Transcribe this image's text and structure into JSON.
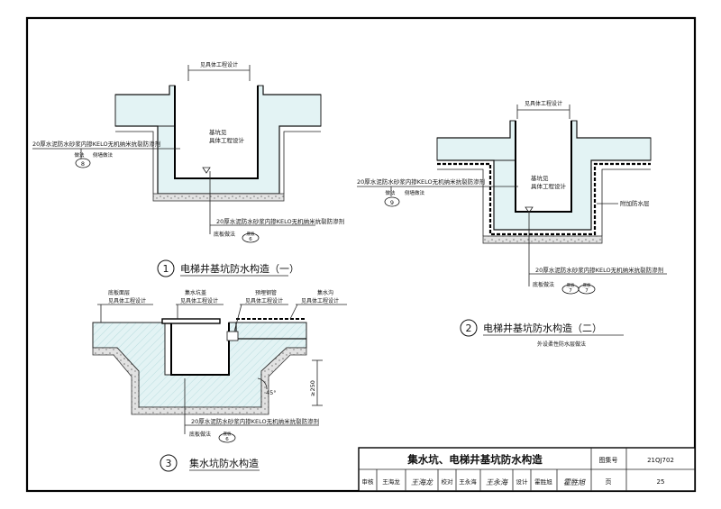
{
  "sheet": {
    "title": "集水坑、电梯井基坑防水构造",
    "atlas_label": "图集号",
    "atlas_no": "21QJ702",
    "page_label": "页",
    "page_no": "25",
    "review_label": "审核",
    "review_name": "王海龙",
    "review_sig": "王海龙",
    "check_label": "校对",
    "check_name": "王永海",
    "check_sig": "王永海",
    "design_label": "设计",
    "design_name": "霍胜旭",
    "design_sig": "霍胜旭"
  },
  "detail1": {
    "num": "1",
    "title": "电梯井基坑防水构造（一）",
    "dim_label": "见具体工程设计",
    "pit_note_1": "基坑见",
    "pit_note_2": "具体工程设计",
    "wall_note": "20厚水泥防水砂浆内掺KELO无机纳米抗裂防渗剂",
    "wall_ref_label": "侧墙做法",
    "wall_ref_top": "做法",
    "wall_ref_bot": "8",
    "floor_note": "20厚水泥防水砂浆内掺KELO无机纳米抗裂防渗剂",
    "floor_ref_label": "底板做法",
    "floor_ref_top": "底板",
    "floor_ref_bot": "6"
  },
  "detail2": {
    "num": "2",
    "title": "电梯井基坑防水构造（二）",
    "subtitle": "外设柔性防水层做法",
    "dim_label": "见具体工程设计",
    "pit_note_1": "基坑见",
    "pit_note_2": "具体工程设计",
    "wall_note": "20厚水泥防水砂浆内掺KELO无机纳米抗裂防渗剂",
    "wall_ref_label": "侧墙做法",
    "wall_ref_top": "做法",
    "wall_ref_bot": "9",
    "extra_layer": "附加防水层",
    "floor_note": "20厚水泥防水砂浆内掺KELO无机纳米抗裂防渗剂",
    "floor_ref_label": "底板做法",
    "floor_ref_top_a": "底板",
    "floor_ref_bot_a": "7",
    "floor_ref_top_b": "底板",
    "floor_ref_bot_b": "7"
  },
  "detail3": {
    "num": "3",
    "title": "集水坑防水构造",
    "label_a1": "底板面层",
    "label_a2": "见具体工程设计",
    "label_b1": "集水坑盖",
    "label_b2": "见具体工程设计",
    "label_c1": "预埋钢管",
    "label_c2": "见具体工程设计",
    "label_d1": "集水沟",
    "label_d2": "见具体工程设计",
    "dim_depth": "≥250",
    "angle": "45°",
    "floor_note": "20厚水泥防水砂浆内掺KELO无机纳米抗裂防渗剂",
    "floor_ref_label": "底板做法",
    "floor_ref_top": "底板",
    "floor_ref_bot": "6"
  }
}
